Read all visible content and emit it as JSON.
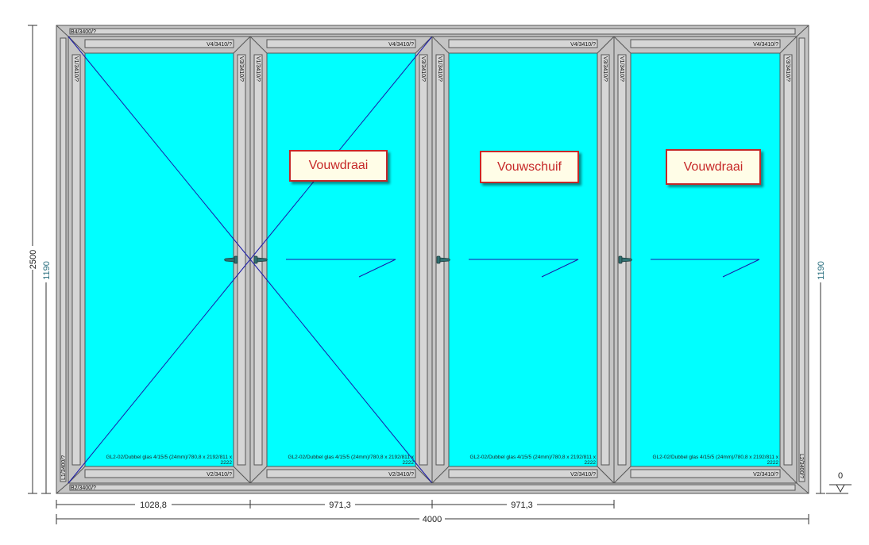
{
  "colors": {
    "glass": "#00ffff",
    "frame": "#c4c4c4",
    "frame_dark": "#555555",
    "dimension_line": "#333333",
    "dimension_text": "#222222",
    "dimension_text_secondary": "#2a6f7f",
    "opening_line": "#1a1aa8",
    "label_border": "#c62828",
    "label_fill": "#fffde7",
    "handle": "#2f6f70"
  },
  "frame_labels": {
    "top": "B4/3400/?",
    "bottom": "B2/3400/?",
    "left": "L1/3400/?",
    "right": "L2/3400/?"
  },
  "panels": [
    {
      "type_label": "",
      "opening_lines": "cross",
      "top_profile": "V4/3410/?",
      "bottom_profile": "V2/3410/?",
      "left_profile": "V1/3410/?",
      "right_profile": "V3/3410/?",
      "glass_spec_line1": "GL2-02/Dubbel glas 4/15/5 (24mm)/780,8 x 2192/811 x",
      "glass_spec_line2": "2222"
    },
    {
      "type_label": "Vouwdraai",
      "opening_lines": "cross",
      "top_profile": "V4/3410/?",
      "bottom_profile": "V2/3410/?",
      "left_profile": "V1/3410/?",
      "right_profile": "V3/3410/?",
      "glass_spec_line1": "GL2-02/Dubbel glas 4/15/5 (24mm)/780,8 x 2192/811 x",
      "glass_spec_line2": "2222"
    },
    {
      "type_label": "Vouwschuif",
      "opening_lines": "arrow",
      "top_profile": "V4/3410/?",
      "bottom_profile": "V2/3410/?",
      "left_profile": "V1/3410/?",
      "right_profile": "V3/3410/?",
      "glass_spec_line1": "GL2-02/Dubbel glas 4/15/5 (24mm)/780,8 x 2192/811 x",
      "glass_spec_line2": "2222"
    },
    {
      "type_label": "Vouwdraai",
      "opening_lines": "arrow",
      "top_profile": "V4/3410/?",
      "bottom_profile": "V2/3410/?",
      "left_profile": "V1/3410/?",
      "right_profile": "V3/3410/?",
      "glass_spec_line1": "GL2-02/Dubbel glas 4/15/5 (24mm)/780,8 x 2192/811 x",
      "glass_spec_line2": "2222"
    }
  ],
  "dimensions": {
    "total_width": "4000",
    "segment_widths": [
      "1028,8",
      "971,3",
      "971,3"
    ],
    "total_height": "2500",
    "handle_height_left": "1190",
    "handle_height_right": "1190",
    "sill_level": "0"
  }
}
